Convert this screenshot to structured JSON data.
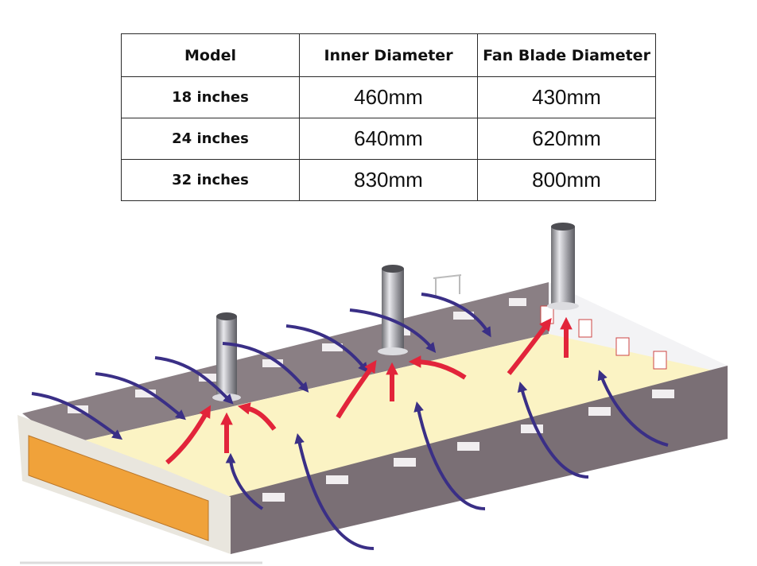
{
  "table": {
    "headers": [
      "Model",
      "Inner Diameter",
      "Fan Blade Diameter"
    ],
    "rows": [
      {
        "model": "18 inches",
        "inner": "460mm",
        "blade": "430mm"
      },
      {
        "model": "24 inches",
        "inner": "640mm",
        "blade": "620mm"
      },
      {
        "model": "32 inches",
        "inner": "830mm",
        "blade": "800mm"
      }
    ]
  },
  "colors": {
    "intake_arrow": "#3a2f86",
    "exhaust_arrow": "#e2243a",
    "floor": "#fbf3c4",
    "wall": "#8a7f84",
    "cooling_pad": "#f0a23a"
  }
}
